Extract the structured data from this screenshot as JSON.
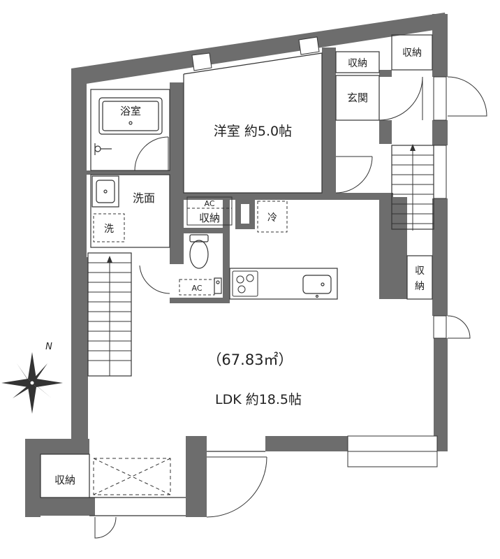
{
  "labels": {
    "western_room": "洋室 約5.0帖",
    "bathroom": "浴室",
    "washroom": "洗面",
    "washer": "洗",
    "ac_upper": "AC",
    "storage_under_ac": "収納",
    "fridge": "冷",
    "ac_lower": "AC",
    "storage_top_left": "収納",
    "storage_top_right": "収納",
    "entrance": "玄関",
    "storage_right_top": "収",
    "storage_right_bottom": "納",
    "total_area": "（67.83㎡）",
    "ldk": "LDK 約18.5帖",
    "storage_bottom_left": "収納",
    "compass_north": "N"
  },
  "colors": {
    "wall": "#6d6d6d",
    "line": "#333333",
    "text": "#222222",
    "background": "#ffffff"
  }
}
